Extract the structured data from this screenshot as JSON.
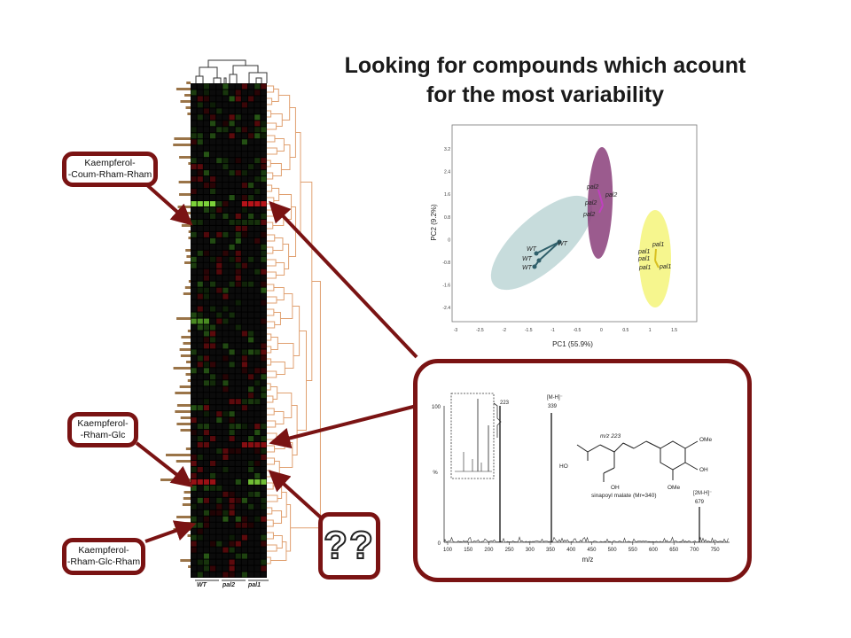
{
  "title_line1": "Looking for compounds which acount",
  "title_line2": "for the most variability",
  "callouts": [
    {
      "line1": "Kaempferol-",
      "line2": "-Coum-Rham-Rham"
    },
    {
      "line1": "Kaempferol-",
      "line2": "-Rham-Glc"
    },
    {
      "line1": "Kaempferol-",
      "line2": "-Rham-Glc-Rham"
    }
  ],
  "question_text": "??",
  "heatmap": {
    "columns": [
      "WT",
      "pal2",
      "pal1"
    ],
    "colors": {
      "green": "#4fae2b",
      "red": "#c0141a",
      "dark": "#0c0c0c",
      "dendrogram": "#e0a070",
      "bars": "#9a7448",
      "arrow": "#7a1313"
    }
  },
  "pca": {
    "xlabel": "PC1 (55.9%)",
    "ylabel": "PC2 (9.2%)",
    "x_ticks": [
      "-3",
      "-2.5",
      "-2",
      "-1.5",
      "-1",
      "-0.5",
      "0",
      "0.5",
      "1",
      "1.5"
    ],
    "y_ticks": [
      "3.2",
      "2.4",
      "1.6",
      "0.8",
      "0",
      "-0.8",
      "-1.6",
      "-2.4"
    ],
    "groups": [
      {
        "name": "WT",
        "color": "#9ec3c3",
        "point_labels": [
          "WT",
          "WT",
          "WT",
          "WT"
        ]
      },
      {
        "name": "pal2",
        "color": "#8a3e7a",
        "point_labels": [
          "pal2",
          "pal2",
          "pal2",
          "pal2"
        ]
      },
      {
        "name": "pal1",
        "color": "#f2f27a",
        "point_labels": [
          "pal1",
          "pal1",
          "pal1",
          "pal1"
        ]
      }
    ]
  },
  "spectrum": {
    "xlabel": "m/z",
    "ylabel": "%",
    "y_ticks": [
      "100",
      "0"
    ],
    "x_ticks": [
      "100",
      "150",
      "200",
      "250",
      "300",
      "350",
      "400",
      "450",
      "500",
      "550",
      "600",
      "650",
      "700",
      "750"
    ],
    "peak_labels": {
      "p223": "223",
      "mh": "[M-H]⁻",
      "p339": "339",
      "m2h": "[2M-H]⁻",
      "p679": "679"
    },
    "structure": {
      "fragment": "m/z 223",
      "ome_top": "OMe",
      "oh_right": "OH",
      "ome_bottom": "OMe",
      "ho": "HO",
      "oh_bottom": "OH",
      "name": "sinapoyl malate (Mr=340)"
    }
  }
}
